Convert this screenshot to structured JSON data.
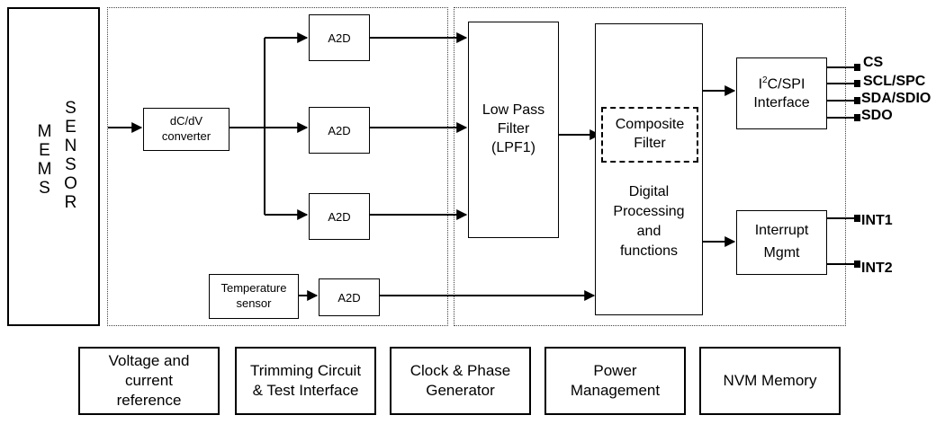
{
  "mems_sensor": {
    "word1": "MEMS",
    "word2": "SENSOR"
  },
  "blocks": {
    "dcdv": "dC/dV\nconverter",
    "a2d_1": "A2D",
    "a2d_2": "A2D",
    "a2d_3": "A2D",
    "a2d_4": "A2D",
    "temperature_sensor": "Temperature\nsensor",
    "lpf": "Low Pass\nFilter\n(LPF1)",
    "composite_filter": "Composite\nFilter",
    "digital_processing": "Digital\nProcessing\nand\nfunctions",
    "i2c_spi": "I2C/SPI\nInterface",
    "interrupt": "Interrupt\nMgmt"
  },
  "i2c": {
    "prefix": "I",
    "superscript": "2",
    "suffix": "C/SPI",
    "line2": "Interface"
  },
  "pins": {
    "cs": "CS",
    "scl": "SCL/SPC",
    "sda": "SDA/SDIO",
    "sdo": "SDO",
    "int1": "INT1",
    "int2": "INT2"
  },
  "bottom_blocks": {
    "voltage": "Voltage and\ncurrent\nreference",
    "trimming": "Trimming Circuit\n& Test Interface",
    "clock": "Clock & Phase\nGenerator",
    "power": "Power\nManagement",
    "nvm": "NVM Memory"
  }
}
